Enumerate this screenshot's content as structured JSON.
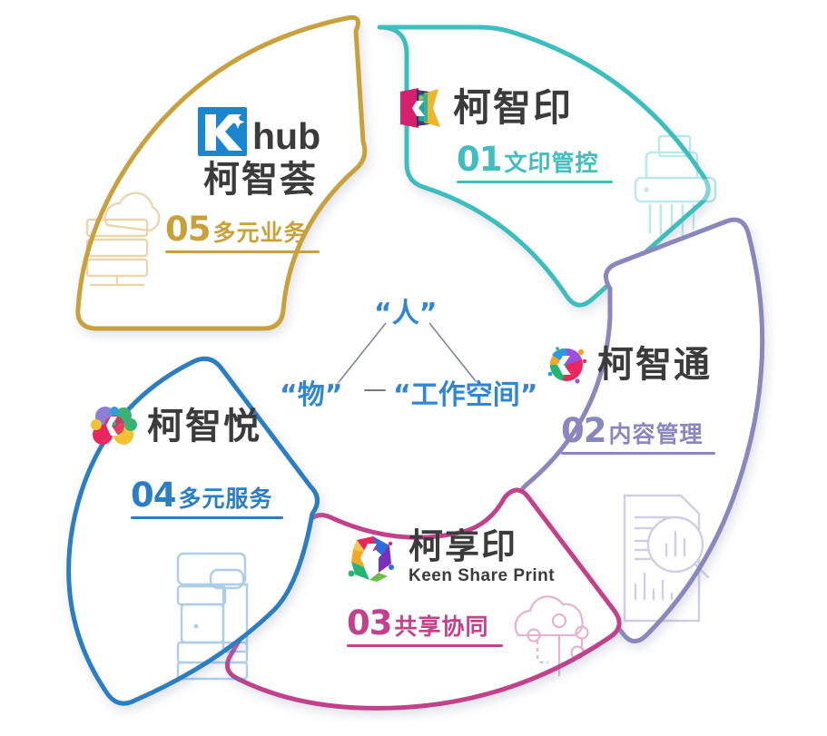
{
  "diagram": {
    "title_center": {
      "people": "“人”",
      "things": "“物”",
      "dash": "—",
      "workspace": "“工作空间”"
    },
    "segments": [
      {
        "id": "01",
        "number": "01",
        "caption": "文印管控",
        "brand": "柯智印",
        "brand_sub": "",
        "color": "#3EBEBE",
        "logo_icon": "kezhiyin-logo-icon",
        "watermark_icon": "printer-icon"
      },
      {
        "id": "02",
        "number": "02",
        "caption": "内容管理",
        "brand": "柯智通",
        "brand_sub": "",
        "color": "#8A86BE",
        "logo_icon": "kezhitong-logo-icon",
        "watermark_icon": "document-analytics-icon"
      },
      {
        "id": "03",
        "number": "03",
        "caption": "共享协同",
        "brand": "柯享印",
        "brand_sub": "Keen Share Print",
        "color": "#C3418A",
        "logo_icon": "keenshareprint-logo-icon",
        "watermark_icon": "cloud-network-icon"
      },
      {
        "id": "04",
        "number": "04",
        "caption": "多元服务",
        "brand": "柯智悦",
        "brand_sub": "",
        "color": "#2A7FC4",
        "logo_icon": "kezhiyue-logo-icon",
        "watermark_icon": "copier-icon"
      },
      {
        "id": "05",
        "number": "05",
        "caption": "多元业务",
        "brand": "柯智荟",
        "brand_sub": "K⁺hub",
        "color": "#C9A13B",
        "logo_icon": "khub-logo-icon",
        "watermark_icon": "cloud-server-icon"
      }
    ]
  }
}
